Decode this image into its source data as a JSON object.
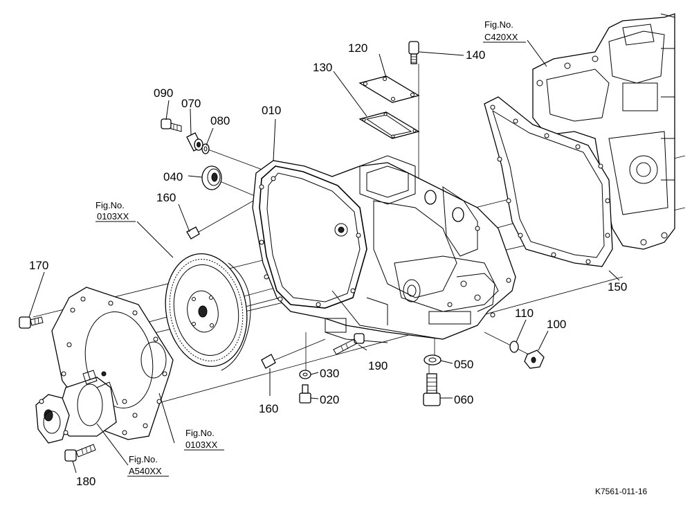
{
  "diagram": {
    "part_labels": [
      "010",
      "020",
      "030",
      "040",
      "050",
      "060",
      "070",
      "080",
      "090",
      "100",
      "110",
      "120",
      "130",
      "140",
      "150",
      "160",
      "160",
      "170",
      "180",
      "190"
    ],
    "figure_refs": [
      {
        "prefix": "Fig.No.",
        "number": "0103XX"
      },
      {
        "prefix": "Fig.No.",
        "number": "0103XX"
      },
      {
        "prefix": "Fig.No.",
        "number": "C420XX"
      },
      {
        "prefix": "Fig.No.",
        "number": "A540XX"
      }
    ],
    "drawing_code": "K7561-011-16"
  }
}
